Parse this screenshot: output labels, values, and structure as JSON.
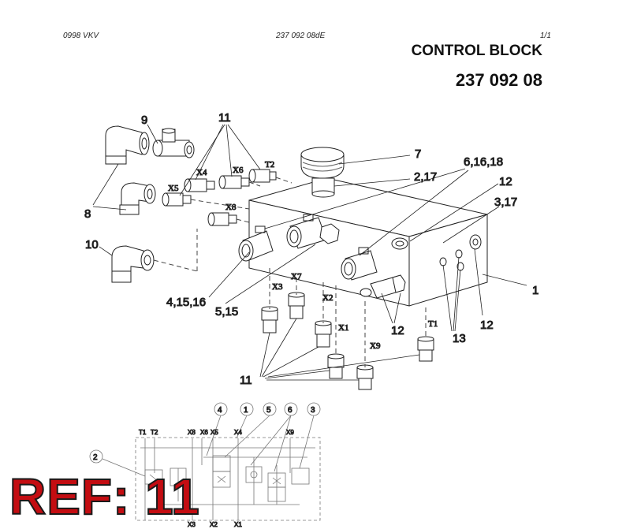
{
  "header": {
    "left": "0998  VKV",
    "middle": "237 092 08dE",
    "right": "1/1"
  },
  "title": "CONTROL BLOCK",
  "part_number": "237 092 08",
  "callouts": {
    "c9": "9",
    "c11_top": "11",
    "c7": "7",
    "c6_16_18": "6,16,18",
    "c2_17": "2,17",
    "c12_top": "12",
    "c3_17": "3,17",
    "c8": "8",
    "c10": "10",
    "c1": "1",
    "c4_15_16": "4,15,16",
    "c5_15": "5,15",
    "c12_mid": "12",
    "c13": "13",
    "c12_right": "12",
    "c11_bottom": "11"
  },
  "ports": {
    "x4": "X4",
    "x6": "X6",
    "t2": "T2",
    "x5": "X5",
    "x8": "X8",
    "x3": "X3",
    "x7": "X7",
    "x2": "X2",
    "x1": "X1",
    "x9": "X9",
    "t1": "T1"
  },
  "schematic": {
    "circles": [
      "4",
      "1",
      "5",
      "6",
      "3",
      "2"
    ],
    "top_ports": [
      "T1",
      "T2",
      "X8",
      "X6",
      "X5",
      "X4",
      "X9"
    ],
    "bottom_ports": [
      "X3",
      "X2",
      "X1"
    ]
  },
  "ref_label": "REF: 11"
}
